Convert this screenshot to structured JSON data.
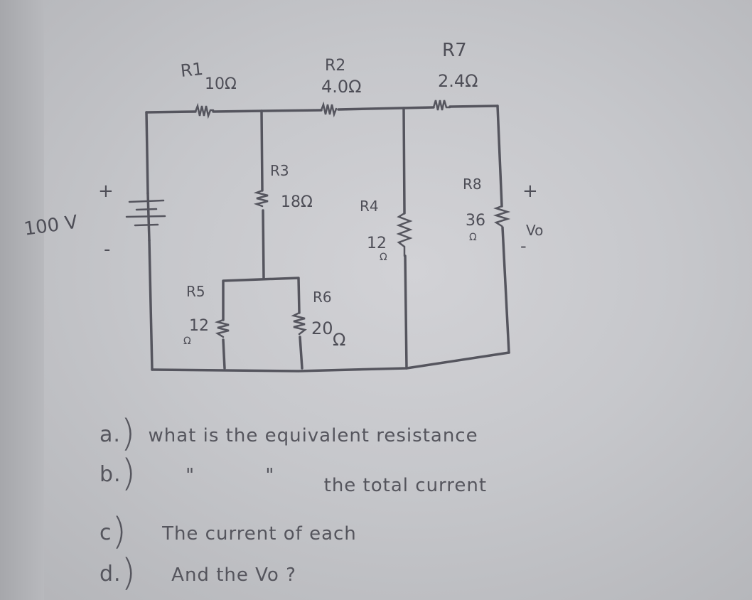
{
  "diagram": {
    "type": "circuit",
    "source": {
      "label": "100 V",
      "plus": "+",
      "minus": "-"
    },
    "resistors": [
      {
        "id": "R1",
        "label": "R1",
        "value": "10 Ω (overwritten, unclear)"
      },
      {
        "id": "R2",
        "label": "R2",
        "value": "4.0 Ω"
      },
      {
        "id": "R3",
        "label": "R3",
        "value": "18 Ω"
      },
      {
        "id": "R4",
        "label": "R4",
        "value": "12 Ω"
      },
      {
        "id": "R5",
        "label": "R5",
        "value": "12 Ω"
      },
      {
        "id": "R6",
        "label": "R6",
        "value": "20 Ω"
      },
      {
        "id": "R7",
        "label": "R7",
        "value": "2.4 Ω"
      },
      {
        "id": "R8",
        "label": "R8",
        "value": "36 Ω"
      }
    ],
    "output": {
      "label": "Vo",
      "plus": "+",
      "minus": "-"
    }
  },
  "labels": {
    "r1_name": "R1",
    "r1_val": "10Ω",
    "r2_name": "R2",
    "r2_val": "4.0Ω",
    "r7_name": "R7",
    "r7_val": "2.4Ω",
    "r3_name": "R3",
    "r3_val": "18Ω",
    "r4_name": "R4",
    "r4_val": "12",
    "r4_unit": "Ω",
    "r8_name": "R8",
    "r8_val": "36",
    "r8_unit": "Ω",
    "r5_name": "R5",
    "r5_val": "12",
    "r5_unit": "Ω",
    "r6_name": "R6",
    "r6_val": "20",
    "r6_unit": "Ω",
    "source_voltage": "100 V",
    "source_plus": "+",
    "source_minus": "-",
    "vo": "Vo",
    "vo_plus": "+",
    "vo_minus": "-"
  },
  "questions": [
    {
      "tag": "a.",
      "text": "what is the equivalent resistance"
    },
    {
      "tag": "b.",
      "ditto1": "\"",
      "ditto2": "\"",
      "text": "the total current"
    },
    {
      "tag": "c",
      "text": "The current of each"
    },
    {
      "tag": "d.",
      "text": "And the Vo ?"
    }
  ]
}
